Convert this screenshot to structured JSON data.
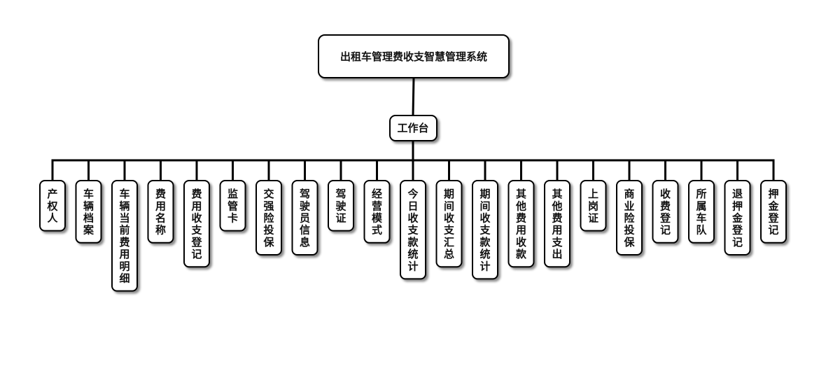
{
  "diagram": {
    "root": "出租车管理费收支智慧管理系统",
    "hub": "工作台",
    "children": [
      "产权人",
      "车辆档案",
      "车辆当前费用明细",
      "费用名称",
      "费用收支登记",
      "监管卡",
      "交强险投保",
      "驾驶员信息",
      "驾驶证",
      "经营模式",
      "今日收支款统计",
      "期间收支汇总",
      "期间收支款统计",
      "其他费用收款",
      "其他费用支出",
      "上岗证",
      "商业险投保",
      "收费登记",
      "所属车队",
      "退押金登记",
      "押金登记"
    ]
  },
  "colors": {
    "line": "#000000",
    "node_fill": "#ffffff",
    "node_border": "#000000",
    "text": "#111111"
  }
}
